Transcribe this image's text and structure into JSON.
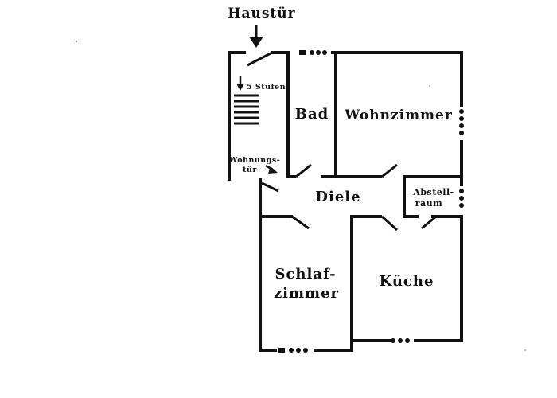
{
  "plan": {
    "entrance_label": "Haustür",
    "steps_label": "5 Stufen",
    "apartment_door_label_line1": "Wohnungs-",
    "apartment_door_label_line2": "tür"
  },
  "rooms": {
    "bathroom": "Bad",
    "living_room": "Wohnzimmer",
    "hallway": "Diele",
    "storage_line1": "Abstell-",
    "storage_line2": "raum",
    "bedroom_line1": "Schlaf-",
    "bedroom_line2": "zimmer",
    "kitchen": "Küche"
  },
  "colors": {
    "ink": "#111111",
    "paper": "#ffffff"
  }
}
